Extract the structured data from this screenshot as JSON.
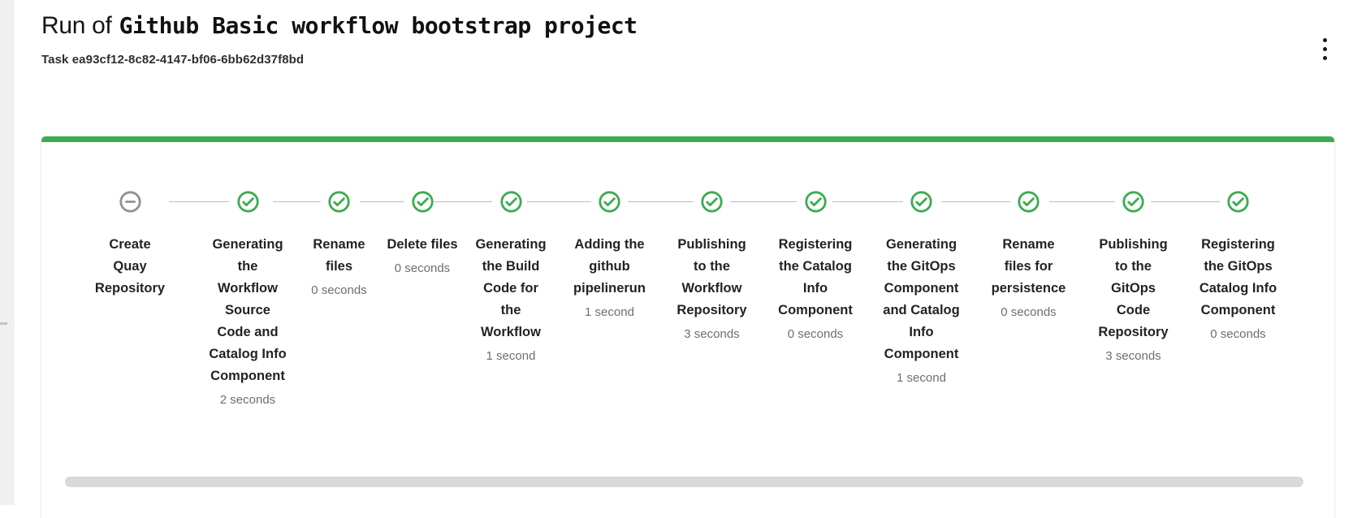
{
  "page": {
    "title_prefix": "Run of",
    "title_name": "Github Basic workflow bootstrap project",
    "subtitle": "Task ea93cf12-8c82-4147-bf06-6bb62d37f8bd"
  },
  "header_actions": {
    "kebab_menu_icon": "vertical-ellipsis-icon"
  },
  "colors": {
    "card_top_border": "#3cab50",
    "success_green": "#3cab50",
    "skipped_gray": "#8f9294",
    "connector_gray": "#bdbdbd",
    "label_text": "#1f2226",
    "duration_text": "#6a6e73",
    "scrollbar_thumb": "#d9d9d9",
    "left_rail_bg": "#f0f0f0"
  },
  "stepper": {
    "steps": [
      {
        "label": "Create Quay Repository",
        "duration": "",
        "status": "skipped",
        "icon": "minus-circle-icon"
      },
      {
        "label": "Generating the Workflow Source Code and Catalog Info Component",
        "duration": "2 seconds",
        "status": "completed",
        "icon": "check-circle-icon"
      },
      {
        "label": "Rename files",
        "duration": "0 seconds",
        "status": "completed",
        "icon": "check-circle-icon"
      },
      {
        "label": "Delete files",
        "duration": "0 seconds",
        "status": "completed",
        "icon": "check-circle-icon"
      },
      {
        "label": "Generating the Build Code for the Workflow",
        "duration": "1 second",
        "status": "completed",
        "icon": "check-circle-icon"
      },
      {
        "label": "Adding the github pipelinerun",
        "duration": "1 second",
        "status": "completed",
        "icon": "check-circle-icon"
      },
      {
        "label": "Publishing to the Workflow Repository",
        "duration": "3 seconds",
        "status": "completed",
        "icon": "check-circle-icon"
      },
      {
        "label": "Registering the Catalog Info Component",
        "duration": "0 seconds",
        "status": "completed",
        "icon": "check-circle-icon"
      },
      {
        "label": "Generating the GitOps Component and Catalog Info Component",
        "duration": "1 second",
        "status": "completed",
        "icon": "check-circle-icon"
      },
      {
        "label": "Rename files for persistence",
        "duration": "0 seconds",
        "status": "completed",
        "icon": "check-circle-icon"
      },
      {
        "label": "Publishing to the GitOps Code Repository",
        "duration": "3 seconds",
        "status": "completed",
        "icon": "check-circle-icon"
      },
      {
        "label": "Registering the GitOps Catalog Info Component",
        "duration": "0 seconds",
        "status": "completed",
        "icon": "check-circle-icon"
      }
    ]
  }
}
